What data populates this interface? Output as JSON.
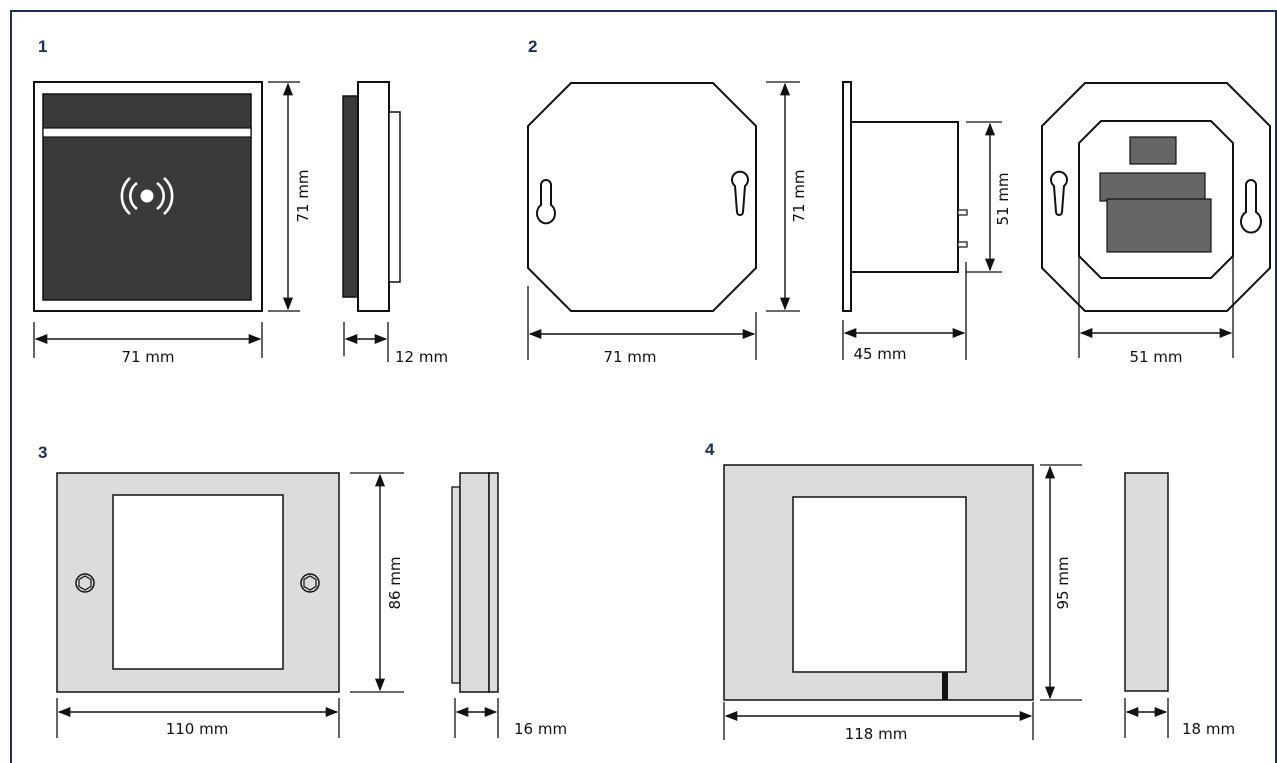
{
  "sections": [
    {
      "number": "1",
      "dims": {
        "height": "71 mm",
        "width": "71 mm",
        "depth": "12 mm"
      },
      "icon": "rfid-wave-icon"
    },
    {
      "number": "2",
      "dims": {
        "height": "71 mm",
        "width": "71 mm",
        "side_height": "51 mm",
        "depth": "45 mm",
        "inner_width": "51 mm"
      }
    },
    {
      "number": "3",
      "dims": {
        "height": "86 mm",
        "width": "110 mm",
        "depth": "16 mm"
      }
    },
    {
      "number": "4",
      "dims": {
        "height": "95 mm",
        "width": "118 mm",
        "depth": "18 mm"
      }
    }
  ],
  "colors": {
    "frame_border": "#1d2d5c",
    "dark_panel": "#3a3a3a",
    "grey_module": "#666666",
    "light_grey": "#dcdcdc",
    "section_number": "#1d2d5c"
  }
}
